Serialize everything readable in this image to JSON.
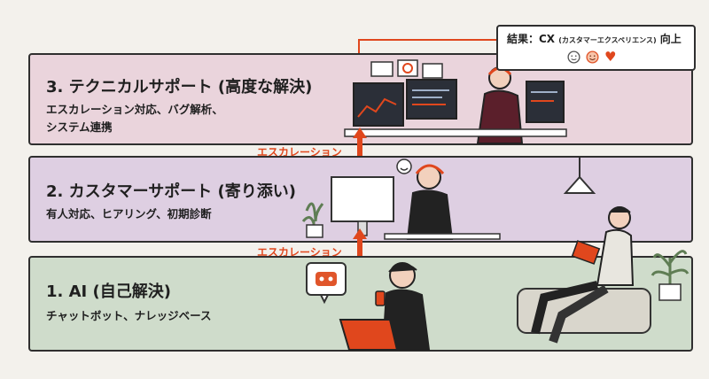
{
  "tiers": [
    {
      "title": "3. テクニカルサポート (高度な解決)",
      "desc_line1": "エスカレーション対応、バグ解析、",
      "desc_line2": "システム連携"
    },
    {
      "title": "2. カスタマーサポート (寄り添い)",
      "desc_line1": "有人対応、ヒアリング、初期診断"
    },
    {
      "title": "1. AI (自己解決)",
      "desc_line1": "チャットボット、ナレッジベース"
    }
  ],
  "escalation_label": "エスカレーション",
  "result": {
    "prefix": "結果：CX",
    "paren": "(カスタマーエクスペリエンス)",
    "suffix": "向上"
  },
  "icons": [
    "neutral-face-icon",
    "smile-face-icon",
    "heart-icon",
    "robot-chat-icon",
    "desk-lamp-icon",
    "plant-icon"
  ],
  "colors": {
    "accent": "#e0471d",
    "tier3": "#ead4dc",
    "tier2": "#decfe2",
    "tier1": "#cfdccb"
  }
}
